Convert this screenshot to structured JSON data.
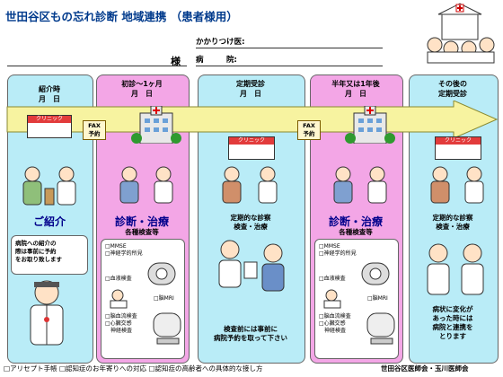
{
  "header": {
    "title": "世田谷区もの忘れ診断 地域連携 （患者様用）",
    "honorific": "様",
    "doctor_label": "かかりつけ医:",
    "hospital_label": "病　　　院:"
  },
  "columns": [
    {
      "id": "intro",
      "color": "#b9ecf7",
      "header_line1": "紹介時",
      "header_line2": "月　日",
      "main": "ご紹介",
      "note": [
        "病院への紹介の",
        "際は事前に予約",
        "をお取り致します"
      ]
    },
    {
      "id": "first",
      "color": "#f3a6e6",
      "header_line1": "初診～1ヶ月",
      "header_line2": "月　日",
      "main": "診断・治療",
      "sub": "各種検査等",
      "checklist": [
        "□MMSE",
        "□神経学的所見",
        "□血液検査",
        "□脳MRI",
        "□脳血流検査",
        "□心臓交感",
        "　神経検査"
      ]
    },
    {
      "id": "regular",
      "color": "#b9ecf7",
      "header_line1": "定期受診",
      "header_line2": "月　日",
      "main_line1": "定期的な診察",
      "main_line2": "検査・治療",
      "note": [
        "検査前には事前に",
        "病院予約を取って下さい"
      ]
    },
    {
      "id": "half",
      "color": "#f3a6e6",
      "header_line1": "半年又は1年後",
      "header_line2": "月　日",
      "main": "診断・治療",
      "sub": "各種検査等",
      "checklist": [
        "□MMSE",
        "□神経学的所見",
        "□血液検査",
        "□脳MRI",
        "□脳血流検査",
        "□心臓交感",
        "　神経検査"
      ]
    },
    {
      "id": "after",
      "color": "#b9ecf7",
      "header_line1": "その後の",
      "header_line2": "定期受診",
      "main_line1": "定期的な診察",
      "main_line2": "検査・治療",
      "note": [
        "病状に変化が",
        "あった時には",
        "病院と連携を",
        "とります"
      ]
    }
  ],
  "fax": {
    "line1": "FAX",
    "line2": "予約"
  },
  "clinic_sign": "クリニック",
  "footer": {
    "items": "□アリセプト手帳 □認知症のお年寄りへの対応 □認知症の高齢者への具体的な接し方",
    "association": "世田谷区医師会・玉川医師会"
  },
  "colors": {
    "title": "#003a8c",
    "arrow": "#f7f3a0",
    "cyan": "#b9ecf7",
    "pink": "#f3a6e6"
  }
}
